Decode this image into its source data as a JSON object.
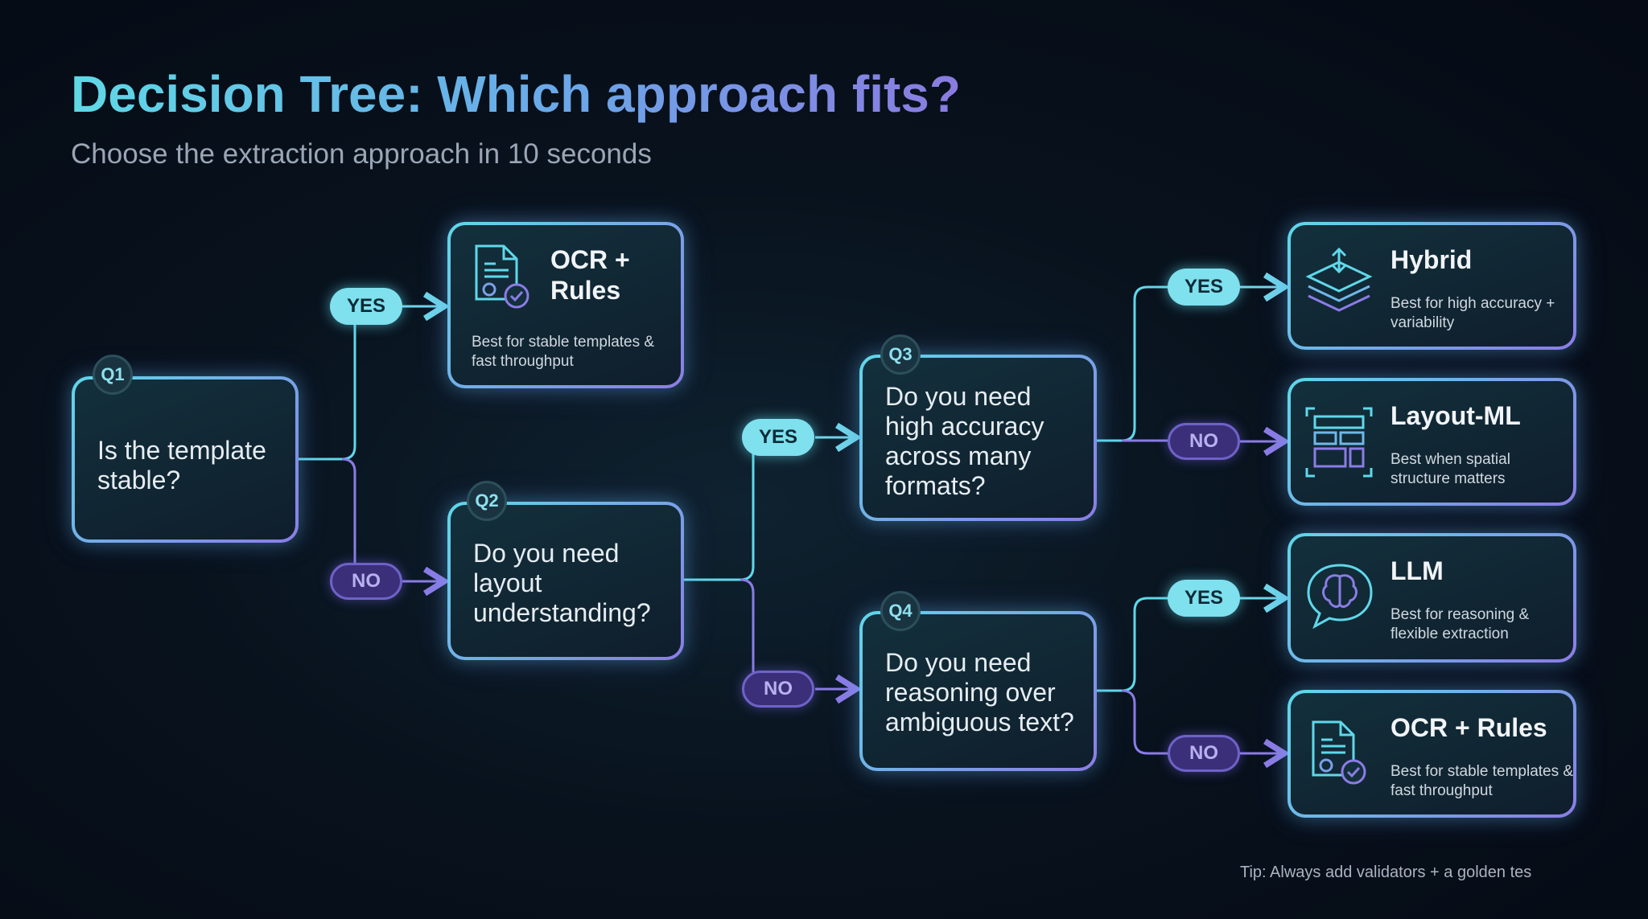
{
  "title": "Decision Tree: Which approach fits?",
  "subtitle": "Choose the extraction approach in 10 seconds",
  "questions": [
    {
      "id": "Q1",
      "text": "Is the template stable?"
    },
    {
      "id": "Q2",
      "text": "Do you need layout understanding?"
    },
    {
      "id": "Q3",
      "text": "Do you need high accuracy across many formats?"
    },
    {
      "id": "Q4",
      "text": "Do you need reasoning over ambiguous text?"
    }
  ],
  "branches": {
    "yes": "YES",
    "no": "NO"
  },
  "results": [
    {
      "title": "OCR + Rules",
      "desc": "Best for stable templates & fast throughput",
      "icon": "document-gear-check-icon"
    },
    {
      "title": "Hybrid",
      "desc": "Best for high accuracy + variability",
      "icon": "layers-icon"
    },
    {
      "title": "Layout-ML",
      "desc": "Best when spatial structure matters",
      "icon": "layout-grid-icon"
    },
    {
      "title": "LLM",
      "desc": "Best for reasoning & flexible extraction",
      "icon": "brain-chat-icon"
    },
    {
      "title": "OCR + Rules",
      "desc": "Best for stable templates & fast throughput",
      "icon": "document-gear-check-icon"
    }
  ],
  "colors": {
    "cyan": "#5fd8ea",
    "purple": "#8b7ce6",
    "background": "#070d18"
  },
  "tip": "Tip: Always add validators + a golden tes"
}
